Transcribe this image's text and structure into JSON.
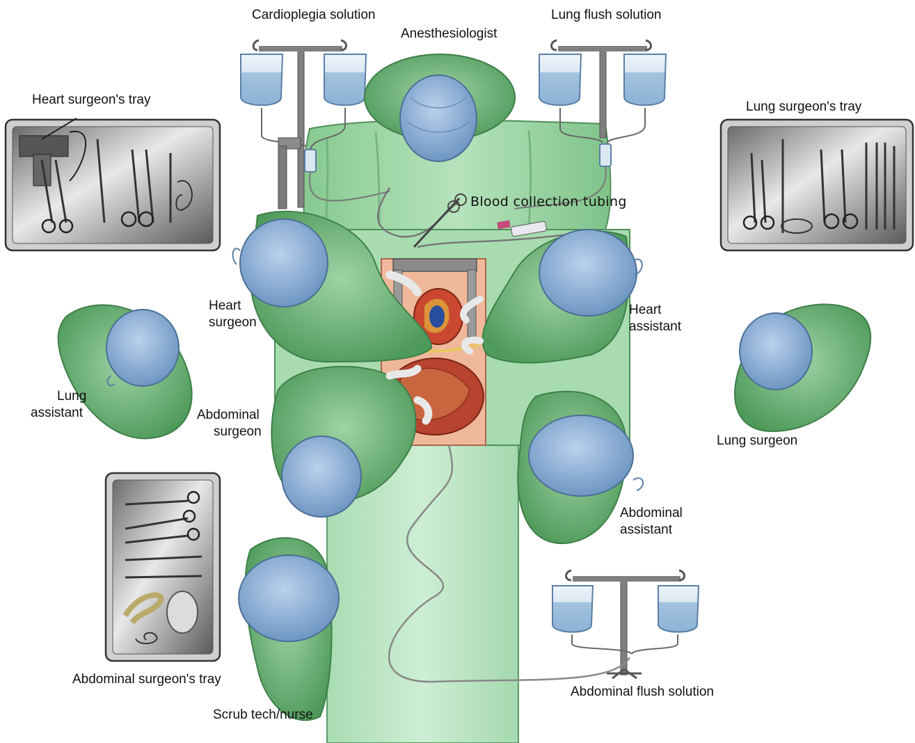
{
  "labels": {
    "cardioplegia": "Cardioplegia solution",
    "lung_flush": "Lung flush solution",
    "anesthesiologist": "Anesthesiologist",
    "heart_tray": "Heart surgeon's tray",
    "lung_tray": "Lung surgeon's tray",
    "blood_tubing": "Blood collection tubing",
    "heart_surgeon": [
      "Heart",
      "surgeon"
    ],
    "heart_assistant": [
      "Heart",
      "assistant"
    ],
    "lung_assistant": [
      "Lung",
      "assistant"
    ],
    "lung_surgeon": "Lung surgeon",
    "abdominal_surgeon": [
      "Abdominal",
      "surgeon"
    ],
    "abdominal_assistant": [
      "Abdominal",
      "assistant"
    ],
    "abdominal_tray": "Abdominal surgeon's tray",
    "scrub": "Scrub tech/nurse",
    "abdominal_flush": "Abdominal flush solution"
  },
  "colors": {
    "gown_green": "#6fb277",
    "drape_green": "#9cd6a4",
    "table_green": "#bfe6c8",
    "cap_blue": "#8fb4da",
    "fluid_blue": "#a9c7e0",
    "tray_gray": "#9a9a9a",
    "pole_gray": "#7f7f7f"
  }
}
